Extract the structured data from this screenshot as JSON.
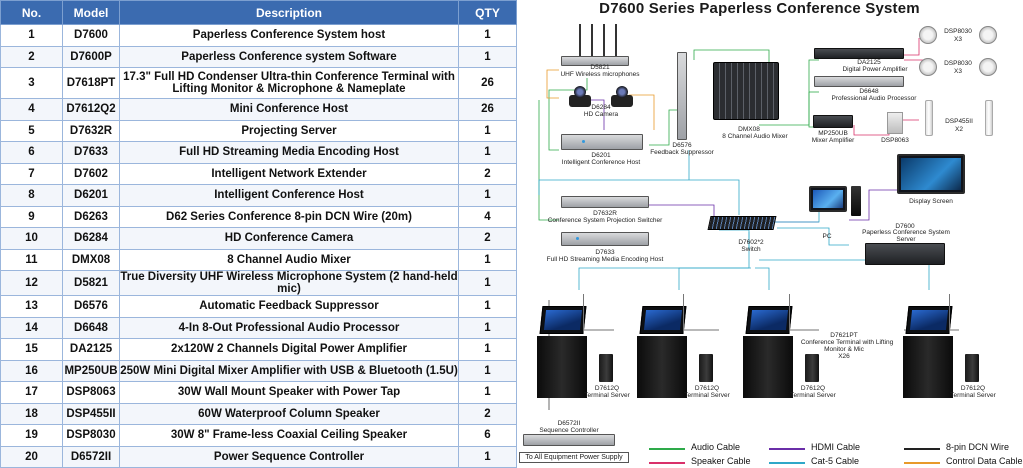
{
  "table": {
    "headers": {
      "no": "No.",
      "model": "Model",
      "description": "Description",
      "qty": "QTY"
    },
    "rows": [
      {
        "no": "1",
        "model": "D7600",
        "description": "Paperless Conference System host",
        "qty": "1"
      },
      {
        "no": "2",
        "model": "D7600P",
        "description": "Paperless Conference system Software",
        "qty": "1"
      },
      {
        "no": "3",
        "model": "D7618PT",
        "description": "17.3\" Full HD Condenser Ultra-thin Conference Terminal with Lifting Monitor & Microphone & Nameplate",
        "qty": "26"
      },
      {
        "no": "4",
        "model": "D7612Q2",
        "description": "Mini Conference Host",
        "qty": "26"
      },
      {
        "no": "5",
        "model": "D7632R",
        "description": "Projecting Server",
        "qty": "1"
      },
      {
        "no": "6",
        "model": "D7633",
        "description": "Full HD Streaming Media Encoding Host",
        "qty": "1"
      },
      {
        "no": "7",
        "model": "D7602",
        "description": "Intelligent Network Extender",
        "qty": "2"
      },
      {
        "no": "8",
        "model": "D6201",
        "description": "Intelligent Conference Host",
        "qty": "1"
      },
      {
        "no": "9",
        "model": "D6263",
        "description": "D62 Series Conference 8-pin DCN Wire (20m)",
        "qty": "4"
      },
      {
        "no": "10",
        "model": "D6284",
        "description": "HD Conference Camera",
        "qty": "2"
      },
      {
        "no": "11",
        "model": "DMX08",
        "description": "8 Channel Audio Mixer",
        "qty": "1"
      },
      {
        "no": "12",
        "model": "D5821",
        "description": "True Diversity UHF Wireless Microphone System (2 hand-held mic)",
        "qty": "1"
      },
      {
        "no": "13",
        "model": "D6576",
        "description": "Automatic Feedback Suppressor",
        "qty": "1"
      },
      {
        "no": "14",
        "model": "D6648",
        "description": "4-In 8-Out Professional Audio Processor",
        "qty": "1"
      },
      {
        "no": "15",
        "model": "DA2125",
        "description": "2x120W 2 Channels Digital Power Amplifier",
        "qty": "1"
      },
      {
        "no": "16",
        "model": "MP250UB",
        "description": "250W Mini Digital Mixer Amplifier with USB & Bluetooth (1.5U)",
        "qty": "1"
      },
      {
        "no": "17",
        "model": "DSP8063",
        "description": "30W Wall Mount Speaker with Power Tap",
        "qty": "1"
      },
      {
        "no": "18",
        "model": "DSP455II",
        "description": "60W Waterproof Column Speaker",
        "qty": "2"
      },
      {
        "no": "19",
        "model": "DSP8030",
        "description": "30W 8\" Frame-less Coaxial Ceiling Speaker",
        "qty": "6"
      },
      {
        "no": "20",
        "model": "D6572II",
        "description": "Power Sequence Controller",
        "qty": "1"
      }
    ]
  },
  "diagram": {
    "title": "D7600 Series Paperless Conference System",
    "labels": {
      "d5821": "D5821",
      "d5821_desc": "UHF Wireless microphones",
      "d6284": "D6284",
      "d6284_desc": "HD Camera",
      "d6201": "D6201",
      "d6201_desc": "Intelligent Conference  Host",
      "d6576": "D6576",
      "d6576_desc": "Feedback Suppressor",
      "dmx08": "DMX08",
      "dmx08_desc": "8 Channel Audio Mixer",
      "dsp8030_a": "DSP8030",
      "dsp8030_a_qty": "X3",
      "dsp8030_b": "DSP8030",
      "dsp8030_b_qty": "X3",
      "da2125": "DA2125",
      "da2125_desc": "Digital Power Amplifier",
      "d6648": "D6648",
      "d6648_desc": "Professional Audio Processor",
      "mp250ub": "MP250UB",
      "mp250ub_desc": "Mixer Amplifier",
      "dsp8063": "DSP8063",
      "dsp455": "DSP455II",
      "dsp455_qty": "X2",
      "display": "Display Screen",
      "pc": "PC",
      "d7600": "D7600",
      "d7600_desc": "Paperless Conference System Server",
      "d7632r": "D7632R",
      "d7632r_desc": "Conference System Projection Switcher",
      "d7602": "D7602*2",
      "d7602_desc": "Switch",
      "d7633": "D7633",
      "d7633_desc": "Full HD Streaming Media Encoding Host",
      "d7621pt": "D7621PT",
      "d7621pt_desc1": "Conference Terminal with Lifting",
      "d7621pt_desc2": "Monitor & Mic",
      "d7621pt_qty": "X26",
      "term_server_model": "D7612Q",
      "term_server_desc": "Terminal Server",
      "d6572": "D6572II",
      "d6572_desc": "Sequence Controller",
      "power_note": "To All Equipment Power Supply"
    },
    "legend": [
      {
        "label": "Audio Cable",
        "color": "#2eaa4a"
      },
      {
        "label": "HDMI Cable",
        "color": "#6a2ea8"
      },
      {
        "label": "8-pin DCN Wire",
        "color": "#222222"
      },
      {
        "label": "Speaker Cable",
        "color": "#d9306a"
      },
      {
        "label": "Cat-5 Cable",
        "color": "#2fa8c8"
      },
      {
        "label": "Control Data Cable",
        "color": "#e89a2a"
      }
    ]
  }
}
